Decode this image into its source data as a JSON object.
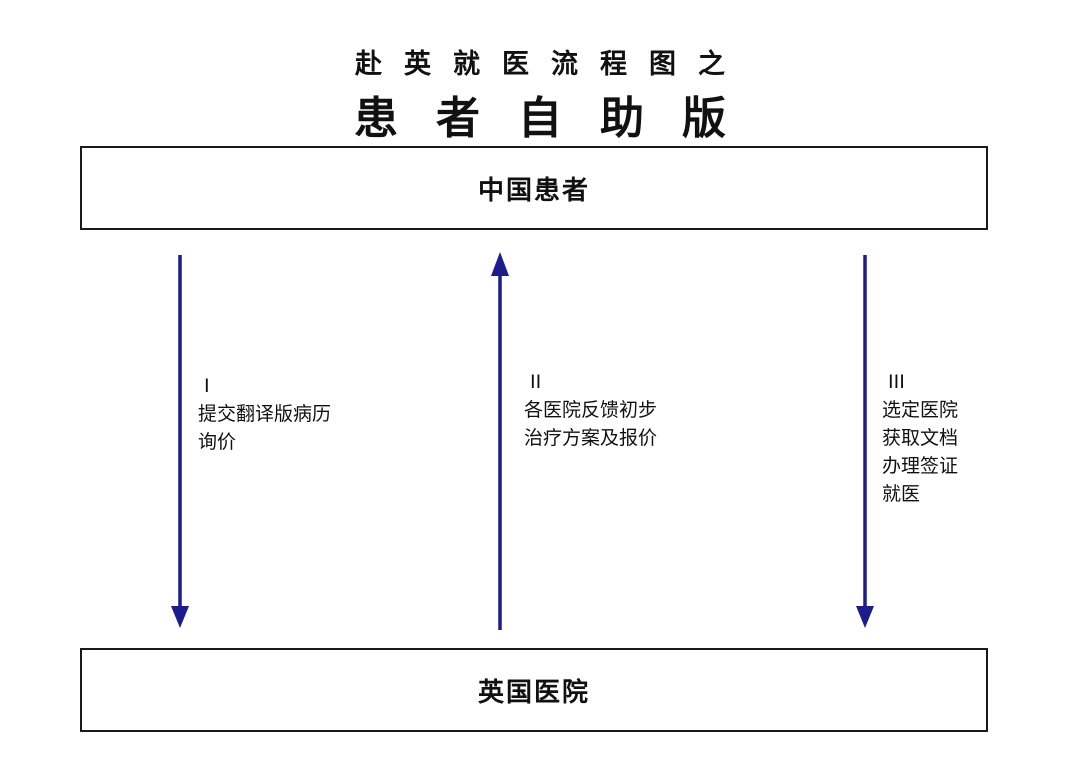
{
  "title": {
    "subtitle": "赴英就医流程图之",
    "main": "患者自助版"
  },
  "nodes": {
    "top": "中国患者",
    "bottom": "英国医院"
  },
  "arrows": [
    {
      "numeral": "I",
      "direction": "down",
      "lines": [
        "提交翻译版病历",
        "询价"
      ]
    },
    {
      "numeral": "II",
      "direction": "up",
      "lines": [
        "各医院反馈初步",
        "治疗方案及报价"
      ]
    },
    {
      "numeral": "III",
      "direction": "down",
      "lines": [
        "选定医院",
        "获取文档",
        "办理签证",
        "就医"
      ]
    }
  ],
  "colors": {
    "arrow": "#1c1c8e",
    "box_border": "#1a1a1a",
    "text": "#111111"
  }
}
